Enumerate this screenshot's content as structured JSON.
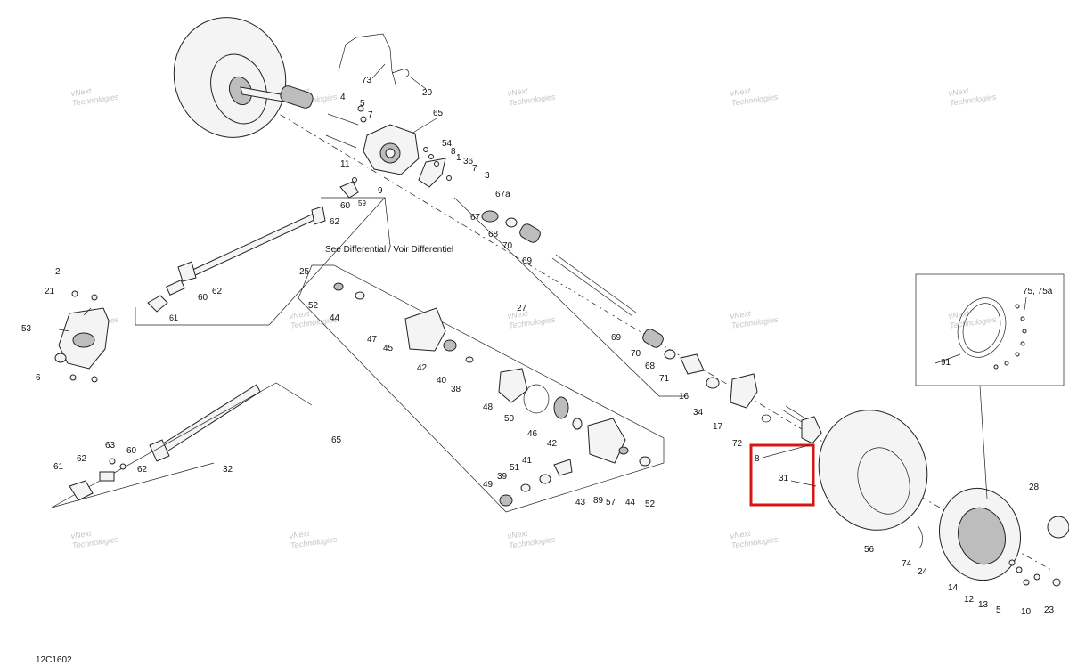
{
  "diagram": {
    "code": "12C1602",
    "note_differential": "See Differential / Voir Differentiel",
    "watermark_lines": [
      "vNext",
      "Technologies"
    ],
    "highlight_color": "#d81616",
    "callouts": {
      "c73": "73",
      "c20": "20",
      "c4": "4",
      "c5": "5",
      "c7": "7",
      "c65a": "65",
      "c54": "54",
      "c8a": "8",
      "c1": "1",
      "c36": "36",
      "c7b": "7",
      "c3": "3",
      "c11": "11",
      "c9": "9",
      "c59": "59",
      "c60a": "60",
      "c62a": "62",
      "c67a": "67a",
      "c67": "67",
      "c68a": "68",
      "c70a": "70",
      "c69a": "69",
      "c25": "25",
      "c62b": "62",
      "c60b": "60",
      "c61a": "61",
      "c2": "2",
      "c21": "21",
      "c53": "53",
      "c6": "6",
      "c52a": "52",
      "c44a": "44",
      "c47": "47",
      "c45": "45",
      "c42a": "42",
      "c40": "40",
      "c38": "38",
      "c48": "48",
      "c50": "50",
      "c46": "46",
      "c42b": "42",
      "c65b": "65",
      "c27": "27",
      "c69b": "69",
      "c70b": "70",
      "c68b": "68",
      "c71": "71",
      "c16": "16",
      "c34": "34",
      "c17": "17",
      "c72": "72",
      "c8b": "8",
      "c31": "31",
      "c63": "63",
      "c60c": "60",
      "c62c": "62",
      "c62d": "62",
      "c61b": "61",
      "c32": "32",
      "c41": "41",
      "c51": "51",
      "c39": "39",
      "c49": "49",
      "c43": "43",
      "c89": "89",
      "c57": "57",
      "c44b": "44",
      "c52b": "52",
      "c75": "75, 75a",
      "c91": "91",
      "c28": "28",
      "c56": "56",
      "c74": "74",
      "c24": "24",
      "c14": "14",
      "c12": "12",
      "c13": "13",
      "c5b": "5",
      "c10": "10",
      "c23": "23"
    }
  }
}
